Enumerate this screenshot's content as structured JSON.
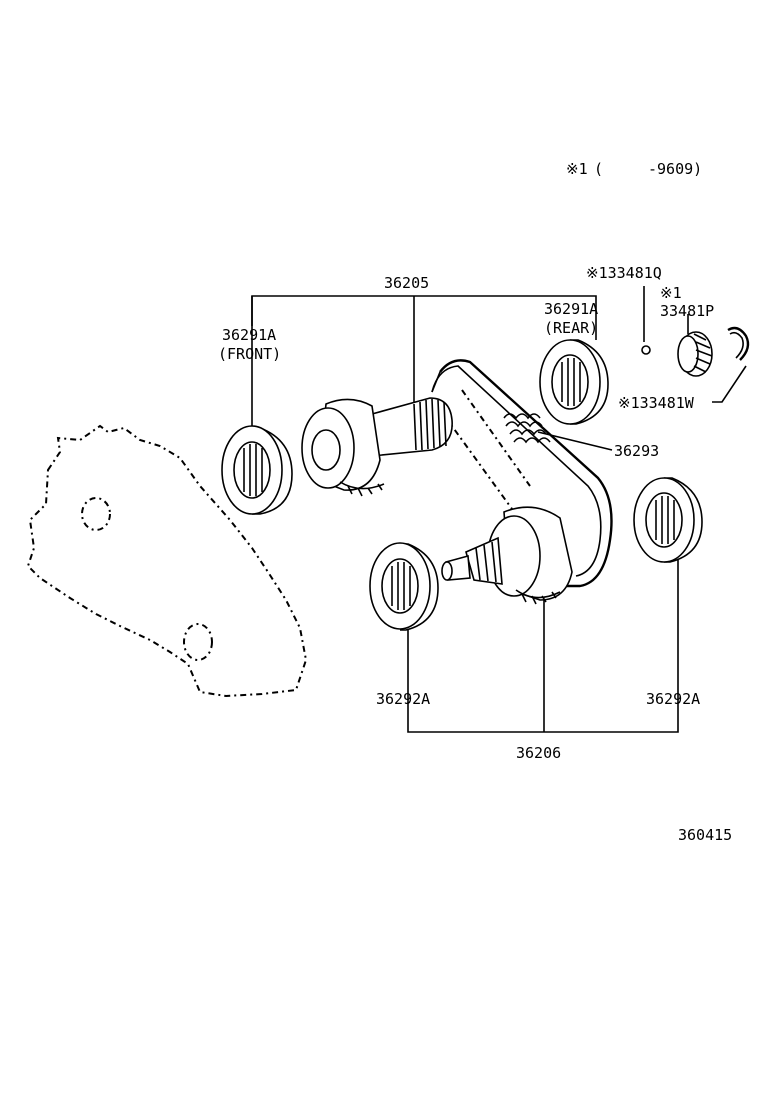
{
  "note": {
    "mark": "※1",
    "open": "(",
    "range": "-9609)"
  },
  "parts": {
    "p36205": "36205",
    "p36291a_front": "36291A",
    "p36291a_front_sub": "(FRONT)",
    "p36291a_rear": "36291A",
    "p36291a_rear_sub": "(REAR)",
    "p33481q": "※133481Q",
    "p33481p_mark": "※1",
    "p33481p": "33481P",
    "p33481w": "※133481W",
    "p36293": "36293",
    "p36292a_left": "36292A",
    "p36292a_right": "36292A",
    "p36206": "36206"
  },
  "figure_id": "360415"
}
